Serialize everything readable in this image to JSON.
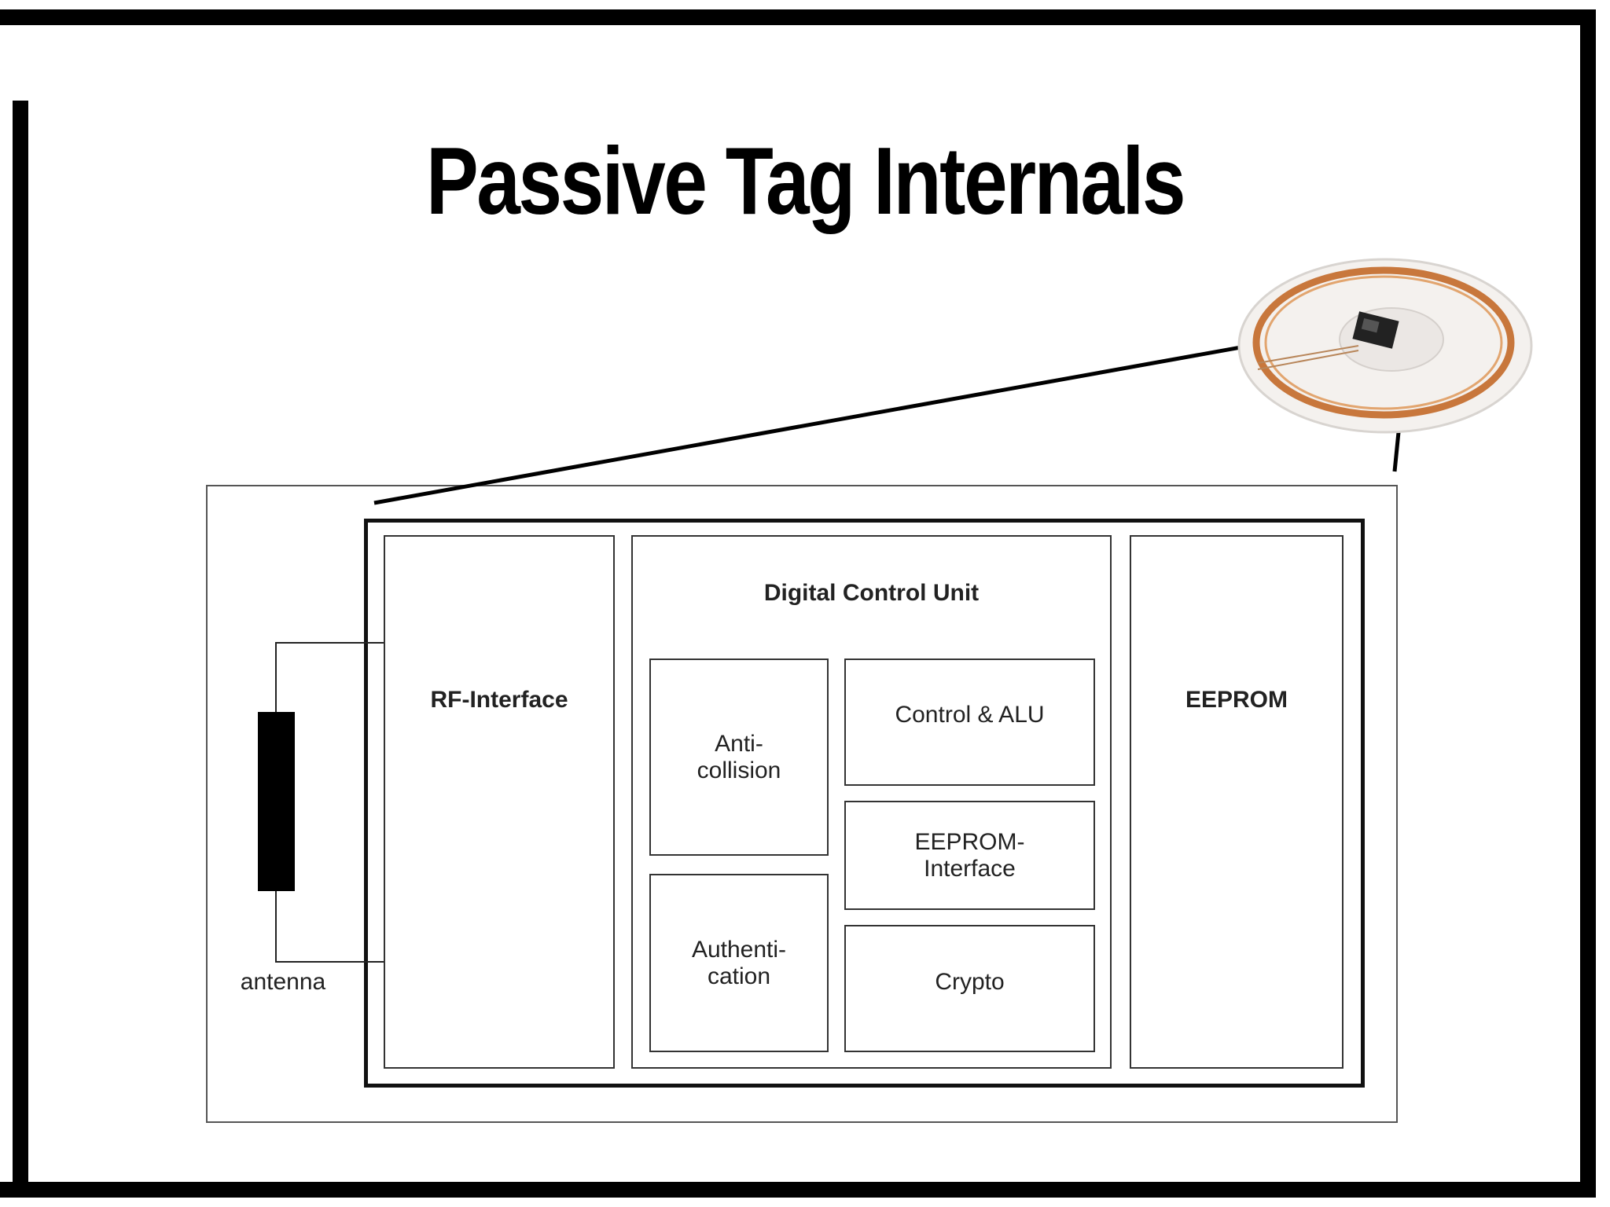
{
  "slide": {
    "title": "Passive Tag Internals"
  },
  "diagram": {
    "antenna_label": "antenna",
    "rf_interface_label": "RF-Interface",
    "digital_control_unit_label": "Digital Control Unit",
    "anti_collision_label": "Anti-\ncollision",
    "control_alu_label": "Control & ALU",
    "eeprom_interface_label": "EEPROM-\nInterface",
    "authentication_label": "Authenti-\ncation",
    "crypto_label": "Crypto",
    "eeprom_label": "EEPROM"
  },
  "photo": {
    "subject": "rfid-tag-coil-photo",
    "coil_color": "#c8773c",
    "chip_color": "#222222"
  }
}
